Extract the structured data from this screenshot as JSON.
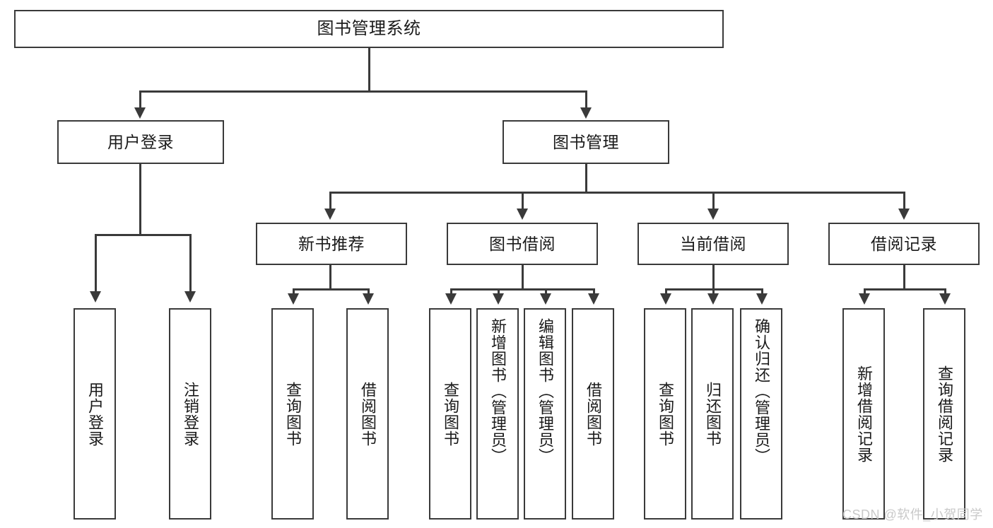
{
  "diagram": {
    "type": "tree-hierarchy",
    "title": "图书管理系统",
    "root": {
      "id": "root",
      "label": "图书管理系统"
    },
    "level2": [
      {
        "id": "user-login",
        "label": "用户登录"
      },
      {
        "id": "book-management",
        "label": "图书管理"
      }
    ],
    "level3": [
      {
        "id": "new-book-recommend",
        "label": "新书推荐",
        "parent": "book-management"
      },
      {
        "id": "book-borrow",
        "label": "图书借阅",
        "parent": "book-management"
      },
      {
        "id": "current-borrow",
        "label": "当前借阅",
        "parent": "book-management"
      },
      {
        "id": "borrow-record",
        "label": "借阅记录",
        "parent": "book-management"
      }
    ],
    "leaves": {
      "user_login": [
        {
          "id": "leaf-user-login",
          "label": "用户登录"
        },
        {
          "id": "leaf-user-logout",
          "label": "注销登录"
        }
      ],
      "new_book_recommend": [
        {
          "id": "leaf-query-book-1",
          "label": "查询图书"
        },
        {
          "id": "leaf-borrow-book-1",
          "label": "借阅图书"
        }
      ],
      "book_borrow": [
        {
          "id": "leaf-query-book-2",
          "label": "查询图书"
        },
        {
          "id": "leaf-add-book",
          "label": "新增图书（管理员）"
        },
        {
          "id": "leaf-edit-book",
          "label": "编辑图书（管理员）"
        },
        {
          "id": "leaf-borrow-book-2",
          "label": "借阅图书"
        }
      ],
      "current_borrow": [
        {
          "id": "leaf-query-book-3",
          "label": "查询图书"
        },
        {
          "id": "leaf-return-book",
          "label": "归还图书"
        },
        {
          "id": "leaf-confirm-return",
          "label": "确认归还（管理员）"
        }
      ],
      "borrow_record": [
        {
          "id": "leaf-add-record",
          "label": "新增借阅记录"
        },
        {
          "id": "leaf-query-record",
          "label": "查询借阅记录"
        }
      ]
    },
    "colors": {
      "stroke": "#3a3a3a",
      "fill": "#ffffff",
      "text": "#1a1a1a",
      "watermark": "#c9c9c9"
    }
  },
  "watermark": {
    "text": "CSDN @软件_小贺同学"
  }
}
